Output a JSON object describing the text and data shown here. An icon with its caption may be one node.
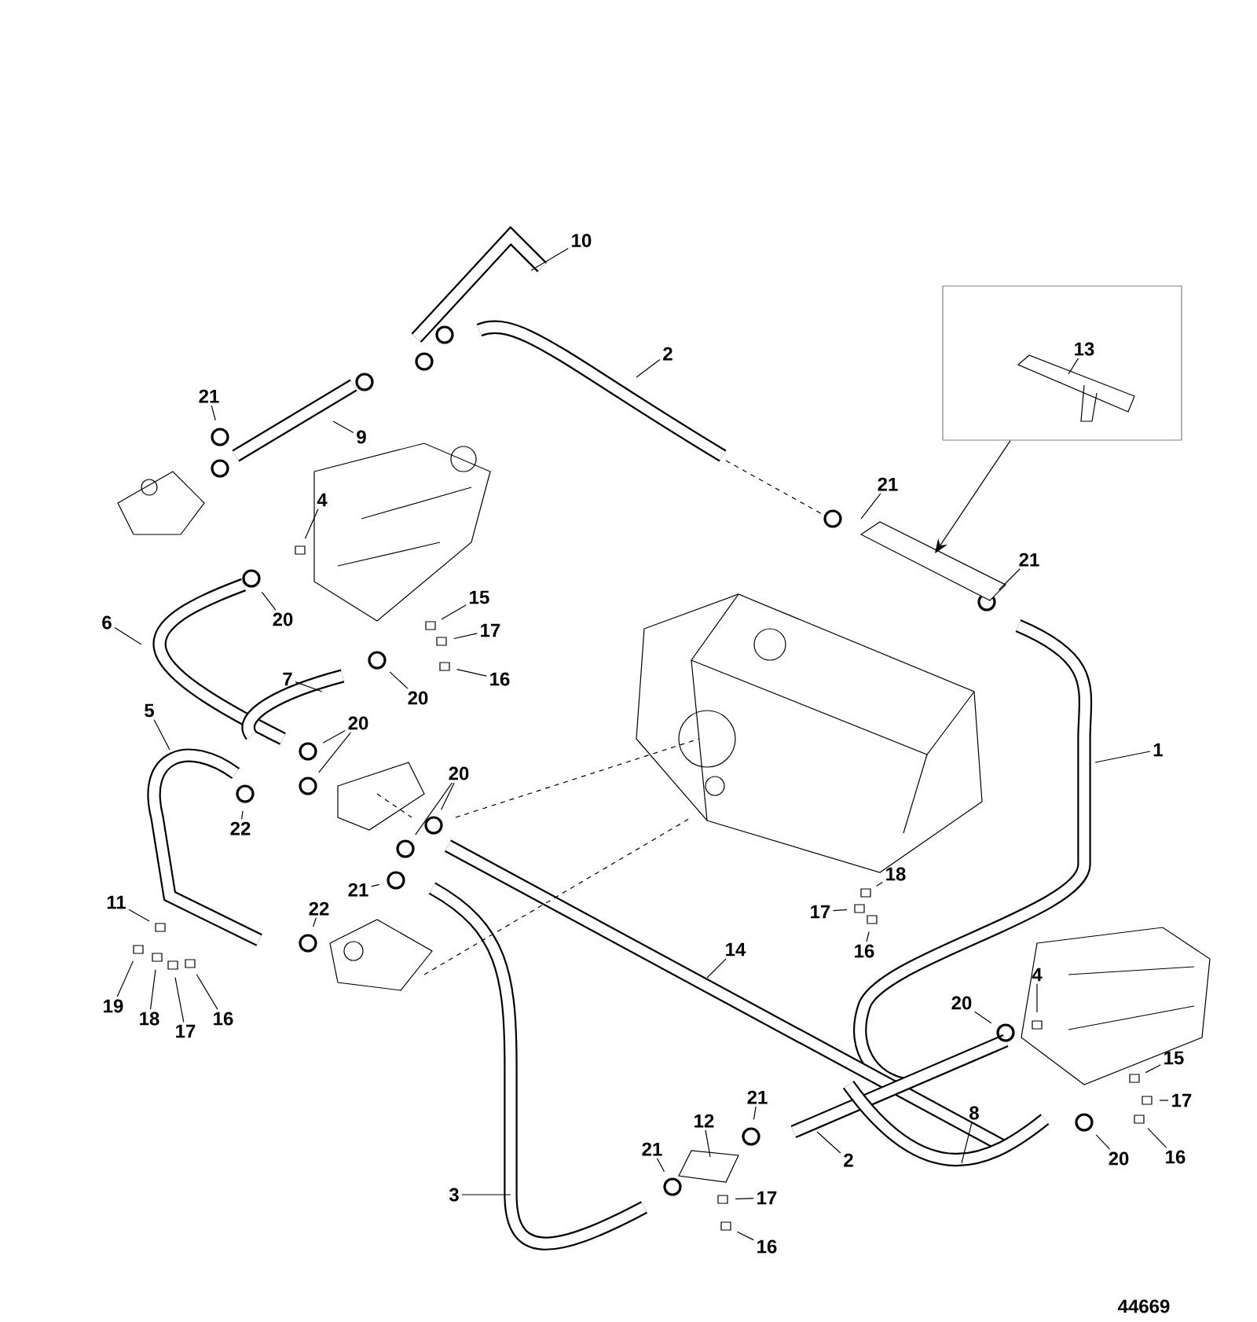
{
  "diagram": {
    "nodes": [
      {
        "text": [],
        "shape": "box"
      },
      {
        "text": [
          "13"
        ],
        "in": 0
      },
      {
        "text": [
          "10"
        ]
      },
      {
        "text": [
          "2"
        ]
      },
      {
        "text": [
          "21"
        ]
      },
      {
        "text": [
          "9"
        ]
      },
      {
        "text": [
          "21"
        ]
      },
      {
        "text": [
          "4"
        ]
      },
      {
        "text": [
          "21"
        ]
      },
      {
        "text": [
          "20"
        ]
      },
      {
        "text": [
          "15"
        ]
      },
      {
        "text": [
          "6"
        ]
      },
      {
        "text": [
          "17"
        ]
      },
      {
        "text": [
          "7"
        ]
      },
      {
        "text": [
          "20"
        ]
      },
      {
        "text": [
          "16"
        ]
      },
      {
        "text": [
          "5"
        ]
      },
      {
        "text": [
          "20"
        ]
      },
      {
        "text": [
          "1"
        ]
      },
      {
        "text": [
          "20"
        ]
      },
      {
        "text": [
          "22"
        ]
      },
      {
        "text": [
          "21"
        ]
      },
      {
        "text": [
          "18"
        ]
      },
      {
        "text": [
          "17"
        ]
      },
      {
        "text": [
          "11"
        ]
      },
      {
        "text": [
          "22"
        ]
      },
      {
        "text": [
          "16"
        ]
      },
      {
        "text": [
          "14"
        ]
      },
      {
        "text": [
          "4"
        ]
      },
      {
        "text": [
          "19"
        ]
      },
      {
        "text": [
          "18"
        ]
      },
      {
        "text": [
          "17"
        ]
      },
      {
        "text": [
          "16"
        ]
      },
      {
        "text": [
          "20"
        ]
      },
      {
        "text": [
          "15"
        ]
      },
      {
        "text": [
          "21"
        ]
      },
      {
        "text": [
          "12"
        ]
      },
      {
        "text": [
          "17"
        ]
      },
      {
        "text": [
          "21"
        ]
      },
      {
        "text": [
          "2"
        ]
      },
      {
        "text": [
          "8"
        ]
      },
      {
        "text": [
          "16"
        ]
      },
      {
        "text": [
          "20"
        ]
      },
      {
        "text": [
          "3"
        ]
      },
      {
        "text": [
          "17"
        ]
      },
      {
        "text": [
          "16"
        ]
      }
    ],
    "edges": [
      {
        "from": 0,
        "to": null,
        "arrow": "to"
      },
      {
        "from": 1,
        "to": null,
        "arrow": "none"
      },
      {
        "from": 2,
        "to": null,
        "arrow": "none"
      },
      {
        "from": 3,
        "to": null,
        "arrow": "none"
      },
      {
        "from": 4,
        "to": null,
        "arrow": "none"
      },
      {
        "from": 5,
        "to": null,
        "arrow": "none"
      },
      {
        "from": 6,
        "to": null,
        "arrow": "none"
      },
      {
        "from": 7,
        "to": null,
        "arrow": "none"
      },
      {
        "from": 8,
        "to": null,
        "arrow": "none"
      },
      {
        "from": 9,
        "to": null,
        "arrow": "none"
      },
      {
        "from": 10,
        "to": null,
        "arrow": "none"
      },
      {
        "from": 11,
        "to": null,
        "arrow": "none"
      },
      {
        "from": 12,
        "to": null,
        "arrow": "none"
      },
      {
        "from": 13,
        "to": null,
        "arrow": "none"
      },
      {
        "from": 14,
        "to": null,
        "arrow": "none"
      },
      {
        "from": 15,
        "to": null,
        "arrow": "none"
      },
      {
        "from": 16,
        "to": null,
        "arrow": "none"
      },
      {
        "from": 17,
        "to": null,
        "arrow": "none"
      },
      {
        "from": 17,
        "to": null,
        "arrow": "none"
      },
      {
        "from": 18,
        "to": null,
        "arrow": "none"
      },
      {
        "from": 19,
        "to": null,
        "arrow": "none"
      },
      {
        "from": 19,
        "to": null,
        "arrow": "none"
      },
      {
        "from": 20,
        "to": null,
        "arrow": "none"
      },
      {
        "from": 21,
        "to": null,
        "arrow": "none"
      },
      {
        "from": 22,
        "to": null,
        "arrow": "none"
      },
      {
        "from": 23,
        "to": null,
        "arrow": "none"
      },
      {
        "from": 24,
        "to": null,
        "arrow": "none"
      },
      {
        "from": 25,
        "to": null,
        "arrow": "none"
      },
      {
        "from": 26,
        "to": null,
        "arrow": "none"
      },
      {
        "from": 27,
        "to": null,
        "arrow": "none"
      },
      {
        "from": 28,
        "to": null,
        "arrow": "none"
      },
      {
        "from": 29,
        "to": null,
        "arrow": "none"
      },
      {
        "from": 30,
        "to": null,
        "arrow": "none"
      },
      {
        "from": 31,
        "to": null,
        "arrow": "none"
      },
      {
        "from": 32,
        "to": null,
        "arrow": "none"
      },
      {
        "from": 33,
        "to": null,
        "arrow": "none"
      },
      {
        "from": 34,
        "to": null,
        "arrow": "none"
      },
      {
        "from": 35,
        "to": null,
        "arrow": "none"
      },
      {
        "from": 36,
        "to": null,
        "arrow": "none"
      },
      {
        "from": 37,
        "to": null,
        "arrow": "none"
      },
      {
        "from": 38,
        "to": null,
        "arrow": "none"
      },
      {
        "from": 39,
        "to": null,
        "arrow": "none"
      },
      {
        "from": 40,
        "to": null,
        "arrow": "none"
      },
      {
        "from": 41,
        "to": null,
        "arrow": "none"
      },
      {
        "from": 42,
        "to": null,
        "arrow": "none"
      },
      {
        "from": 43,
        "to": null,
        "arrow": "none"
      },
      {
        "from": 44,
        "to": null,
        "arrow": "none"
      },
      {
        "from": 45,
        "to": null,
        "arrow": "none"
      }
    ],
    "labels": [
      "44669"
    ]
  }
}
